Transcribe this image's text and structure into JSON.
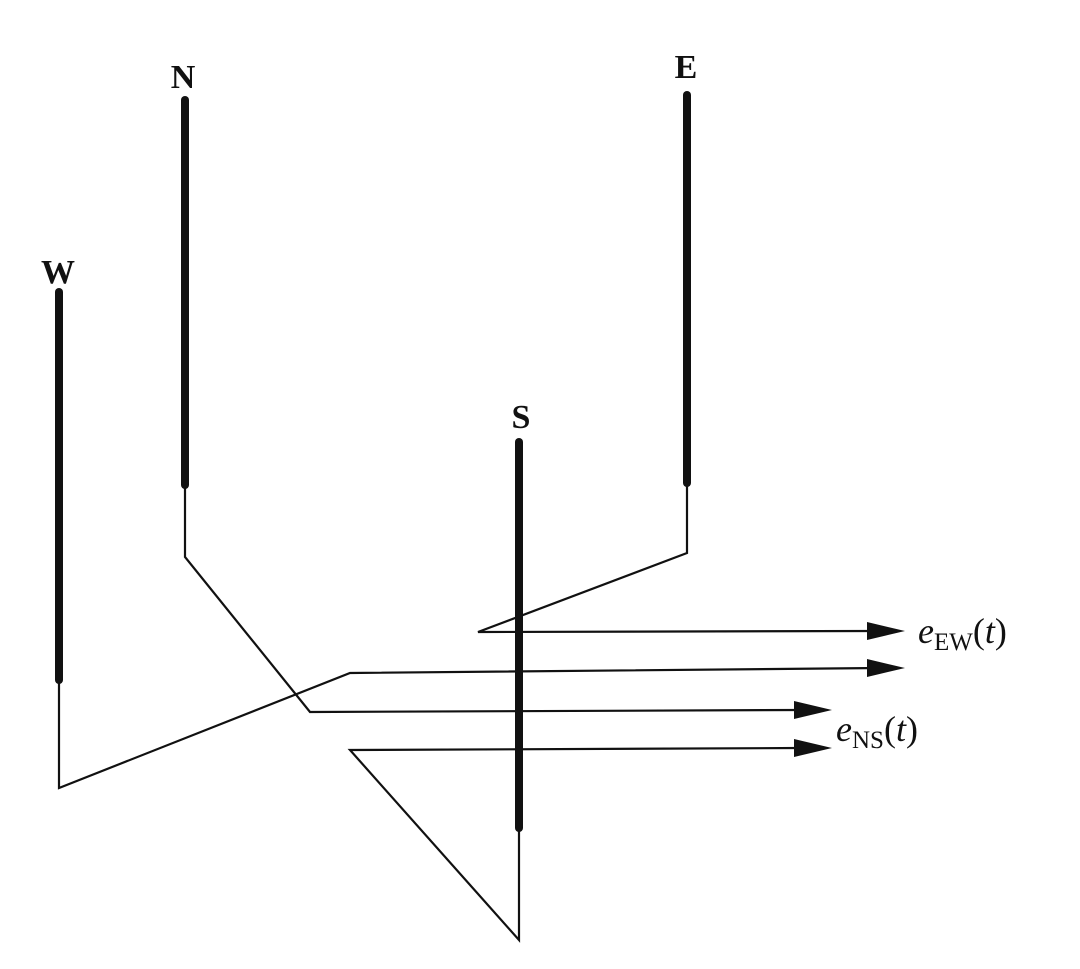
{
  "labels": {
    "north": "N",
    "east": "E",
    "west": "W",
    "south": "S"
  },
  "outputs": {
    "ew": {
      "var": "e",
      "sub": "EW",
      "arg": "t"
    },
    "ns": {
      "var": "e",
      "sub": "NS",
      "arg": "t"
    }
  },
  "colors": {
    "ink": "#111111",
    "background": "#ffffff"
  }
}
